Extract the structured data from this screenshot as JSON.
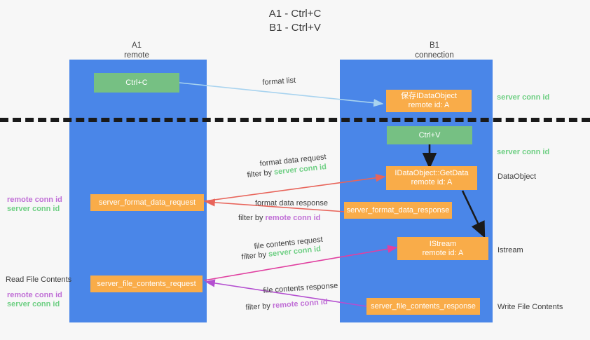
{
  "title": "A1 - Ctrl+C\nB1 - Ctrl+V",
  "columns": {
    "left": "A1\nremote",
    "right": "B1\nconnection"
  },
  "colors": {
    "lane": "#4a86e8",
    "node_orange": "#f9ac49",
    "node_green": "#76c083",
    "server_conn_id": "#6fcf84",
    "remote_conn_id": "#c06fd6",
    "arrow_blue": "#a8d3ef",
    "arrow_red": "#e8645a",
    "arrow_magenta": "#e040a0",
    "arrow_purple": "#b44fd0",
    "arrow_black": "#1a1a1a",
    "background": "#f7f7f7"
  },
  "nodes": {
    "ctrl_c": "Ctrl+C",
    "ole_dataobject": "保存IDataObject\nremote id: A",
    "ctrl_v": "Ctrl+V",
    "getdata": "IDataObject::GetData\nremote id: A",
    "istream": "IStream\nremote id: A",
    "server_format_data_request": "server_format_data_request",
    "server_format_data_response": "server_format_data_response",
    "server_file_contents_request": "server_file_contents_request",
    "server_file_contents_response": "server_file_contents_response"
  },
  "edges": {
    "format_list": "format list",
    "format_data_request": "format data request",
    "format_data_request_filter_prefix": "filter by ",
    "format_data_request_filter_key": "server conn id",
    "format_data_response": "format data response",
    "format_data_response_filter_prefix": "filter by ",
    "format_data_response_filter_key": "remote conn id",
    "file_contents_request": "file contents request",
    "file_contents_request_filter_prefix": "filter by ",
    "file_contents_request_filter_key": "server conn id",
    "file_contents_response": "file contents response",
    "file_contents_response_filter_prefix": "filter by ",
    "file_contents_response_filter_key": "remote conn id"
  },
  "annotations": {
    "right_server_conn_id_top": "server conn id",
    "right_server_conn_id_mid": "server conn id",
    "right_dataobject": "DataObject",
    "right_istream": "Istream",
    "right_write_file_contents": "Write File Contents",
    "left_remote_conn_id_mid": "remote conn id",
    "left_server_conn_id_mid": "server conn id",
    "left_read_file_contents": "Read File Contents",
    "left_remote_conn_id_low": "remote conn id",
    "left_server_conn_id_low": "server conn id"
  }
}
